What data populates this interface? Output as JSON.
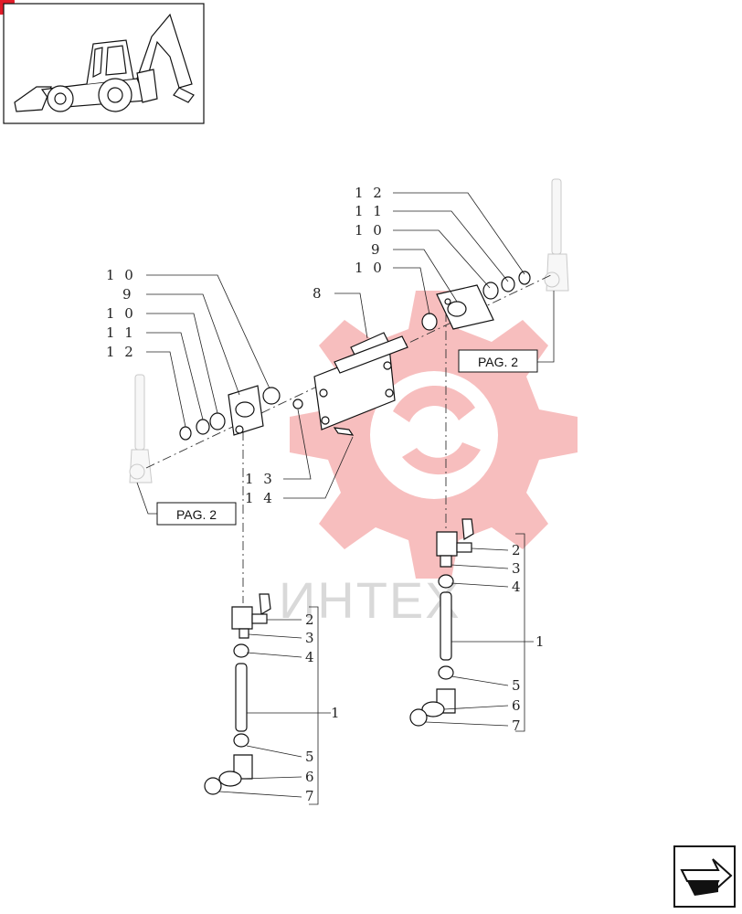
{
  "colors": {
    "watermark_gear": "#f6b3b3",
    "corner_mark": "#e11d2a"
  },
  "icons": {
    "thumbnail": "backhoe-loader-icon",
    "nav": "next-page-arrow-icon"
  },
  "watermark": {
    "text": "ИНТЕХ"
  },
  "references": {
    "left": "PAG. 2",
    "right": "PAG. 2"
  },
  "callouts": {
    "top_right": [
      "1 2",
      "1 1",
      "1 0",
      "9",
      "1 0"
    ],
    "top_left": [
      "1 0",
      "9",
      "1 0",
      "1 1",
      "1 2"
    ],
    "center": [
      "8",
      "1 3",
      "1 4"
    ],
    "rod_left": [
      "2",
      "3",
      "4",
      "1",
      "5",
      "6",
      "7"
    ],
    "rod_right": [
      "2",
      "3",
      "4",
      "1",
      "5",
      "6",
      "7"
    ]
  }
}
